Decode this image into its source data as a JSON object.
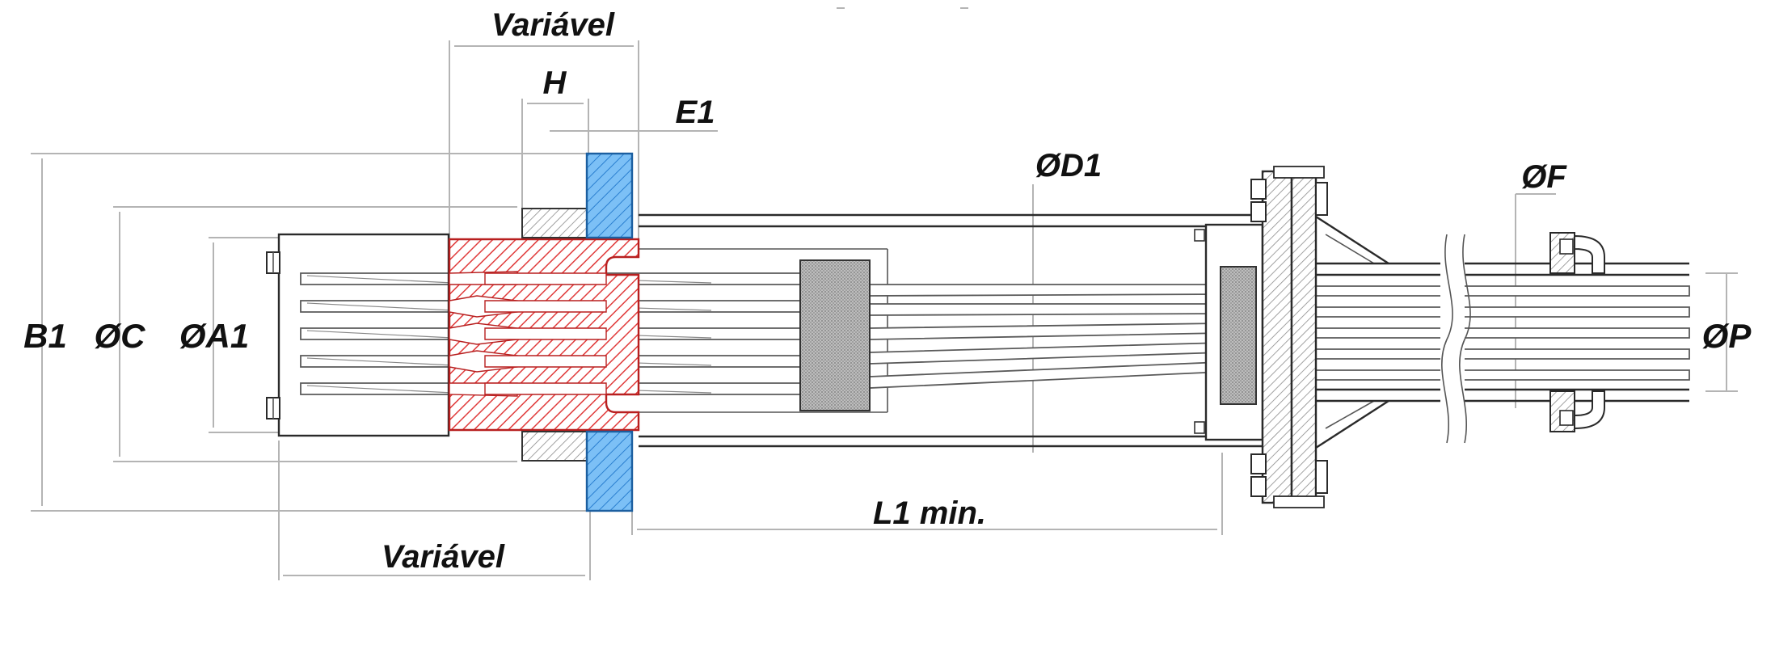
{
  "labels": {
    "variavel_top": "Variável",
    "h": "H",
    "e1": "E1",
    "d1": "ØD1",
    "f": "ØF",
    "b1": "B1",
    "c": "ØC",
    "a1": "ØA1",
    "p": "ØP",
    "l1": "L1 min.",
    "variavel_bottom": "Variável"
  },
  "colors": {
    "anchor_block": "#e03a3a",
    "bearing_plate": "#4aa3ef",
    "spacer": "#b8b8b8",
    "body_line": "#2a2a2a",
    "dimension_line": "#b4b4b4"
  }
}
